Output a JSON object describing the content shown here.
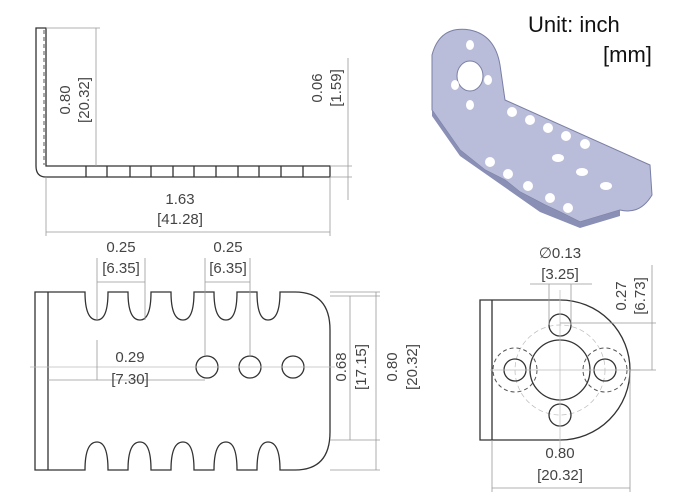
{
  "unit_label": {
    "line1": "Unit:  inch",
    "line2": "[mm]"
  },
  "side_view": {
    "height_in": "0.80",
    "height_mm": "[20.32]",
    "thickness_in": "0.06",
    "thickness_mm": "[1.59]",
    "length_in": "1.63",
    "length_mm": "[41.28]"
  },
  "bottom_view": {
    "pitch1_in": "0.25",
    "pitch1_mm": "[6.35]",
    "pitch2_in": "0.25",
    "pitch2_mm": "[6.35]",
    "offset_in": "0.29",
    "offset_mm": "[7.30]",
    "inner_width_in": "0.68",
    "inner_width_mm": "[17.15]",
    "width_in": "0.80",
    "width_mm": "[20.32]"
  },
  "end_view": {
    "hole_dia_in": "∅0.13",
    "hole_dia_mm": "[3.25]",
    "hole_offset_in": "0.27",
    "hole_offset_mm": "[6.73]",
    "width_in": "0.80",
    "width_mm": "[20.32]"
  },
  "colors": {
    "part": "#b9bdd9",
    "part_dark": "#8a8fb5"
  }
}
